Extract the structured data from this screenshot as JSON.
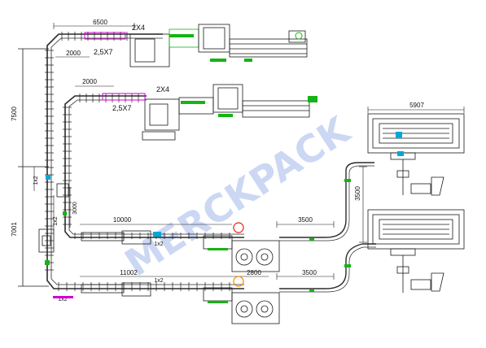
{
  "watermark": "MERCKPACK",
  "colors": {
    "line": "#1a1a1a",
    "conveyor": "#2b2b2b",
    "accent_green": "#16b316",
    "accent_magenta": "#d000d0",
    "accent_red": "#e02020",
    "accent_orange": "#f08a00",
    "accent_cyan": "#00a8d8",
    "dimension": "#e00000",
    "watermark": "#8fa8e6"
  },
  "dimensions": {
    "top_line_length": "6500",
    "top_line_sub": "2000",
    "top_line_size": "2X4",
    "top_line_size2": "2,5X7",
    "second_line_sub": "2000",
    "second_line_size": "2X4",
    "second_line_size2": "2,5X7",
    "left_vertical_upper": "7500",
    "left_vertical_lower": "7001",
    "left_section_a": "1x2",
    "left_section_b": "1x2",
    "left_section_c": "3000",
    "mid_line_length": "10000",
    "mid_line_unit": "1x2",
    "mid_line_right": "3500",
    "low_line_length": "11002",
    "low_line_unit": "1x2",
    "low_line_mid": "2800",
    "low_line_right": "3500",
    "low_line_left_unit": "1x2",
    "right_width": "5907",
    "right_vertical": "3500"
  }
}
